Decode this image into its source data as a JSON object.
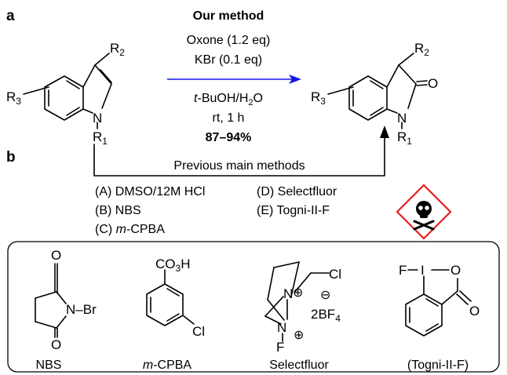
{
  "panel_labels": {
    "a": "a",
    "b": "b"
  },
  "colors": {
    "blue": "#1414e6",
    "red": "#e61e1e",
    "black": "#000000"
  },
  "reaction": {
    "method_title": "Our method",
    "reagent_1": "Oxone (1.2 eq)",
    "reagent_2": "KBr (0.1 eq)",
    "solvent_italic": "t",
    "solvent_rest": "-BuOH/H",
    "solvent_sub": "2",
    "solvent_end": "O",
    "conditions": "rt, 1 h",
    "yield": "87–94%"
  },
  "indole": {
    "r2": "R",
    "r2_sub": "2",
    "r3": "R",
    "r3_sub": "3",
    "n": "N",
    "r1": "R",
    "r1_sub": "1"
  },
  "oxindole": {
    "r2": "R",
    "r2_sub": "2",
    "r3": "R",
    "r3_sub": "3",
    "n": "N",
    "o": "O",
    "r1": "R",
    "r1_sub": "1"
  },
  "previous": {
    "title": "Previous main methods",
    "methods_left": [
      "(A) DMSO/12M HCl",
      "(B) NBS"
    ],
    "method_c_prefix": "(C) ",
    "method_c_italic": "m",
    "method_c_rest": "-CPBA",
    "methods_right": [
      "(D) Selectfluor",
      "(E) Togni-II-F"
    ],
    "hazard_icon": "skull-crossbones-icon"
  },
  "structures": {
    "nbs": {
      "o_top": "O",
      "o_bottom": "O",
      "n_br": "N–Br",
      "caption": "NBS"
    },
    "mcpba": {
      "co3h_1": "CO",
      "co3h_sub": "3",
      "co3h_2": "H",
      "cl": "Cl",
      "caption_italic": "m",
      "caption_rest": "-CPBA"
    },
    "selectfluor": {
      "n_top": "N",
      "n_bottom": "N",
      "cl": "Cl",
      "minus": "⊖",
      "bf4_1": "2BF",
      "bf4_sub": "4",
      "f": "F",
      "plus": "⊕",
      "caption": "Selectfluor"
    },
    "togni": {
      "f": "F",
      "i": "I",
      "o_ring": "O",
      "o_carbonyl": "O",
      "caption": "(Togni-II-F)"
    }
  }
}
